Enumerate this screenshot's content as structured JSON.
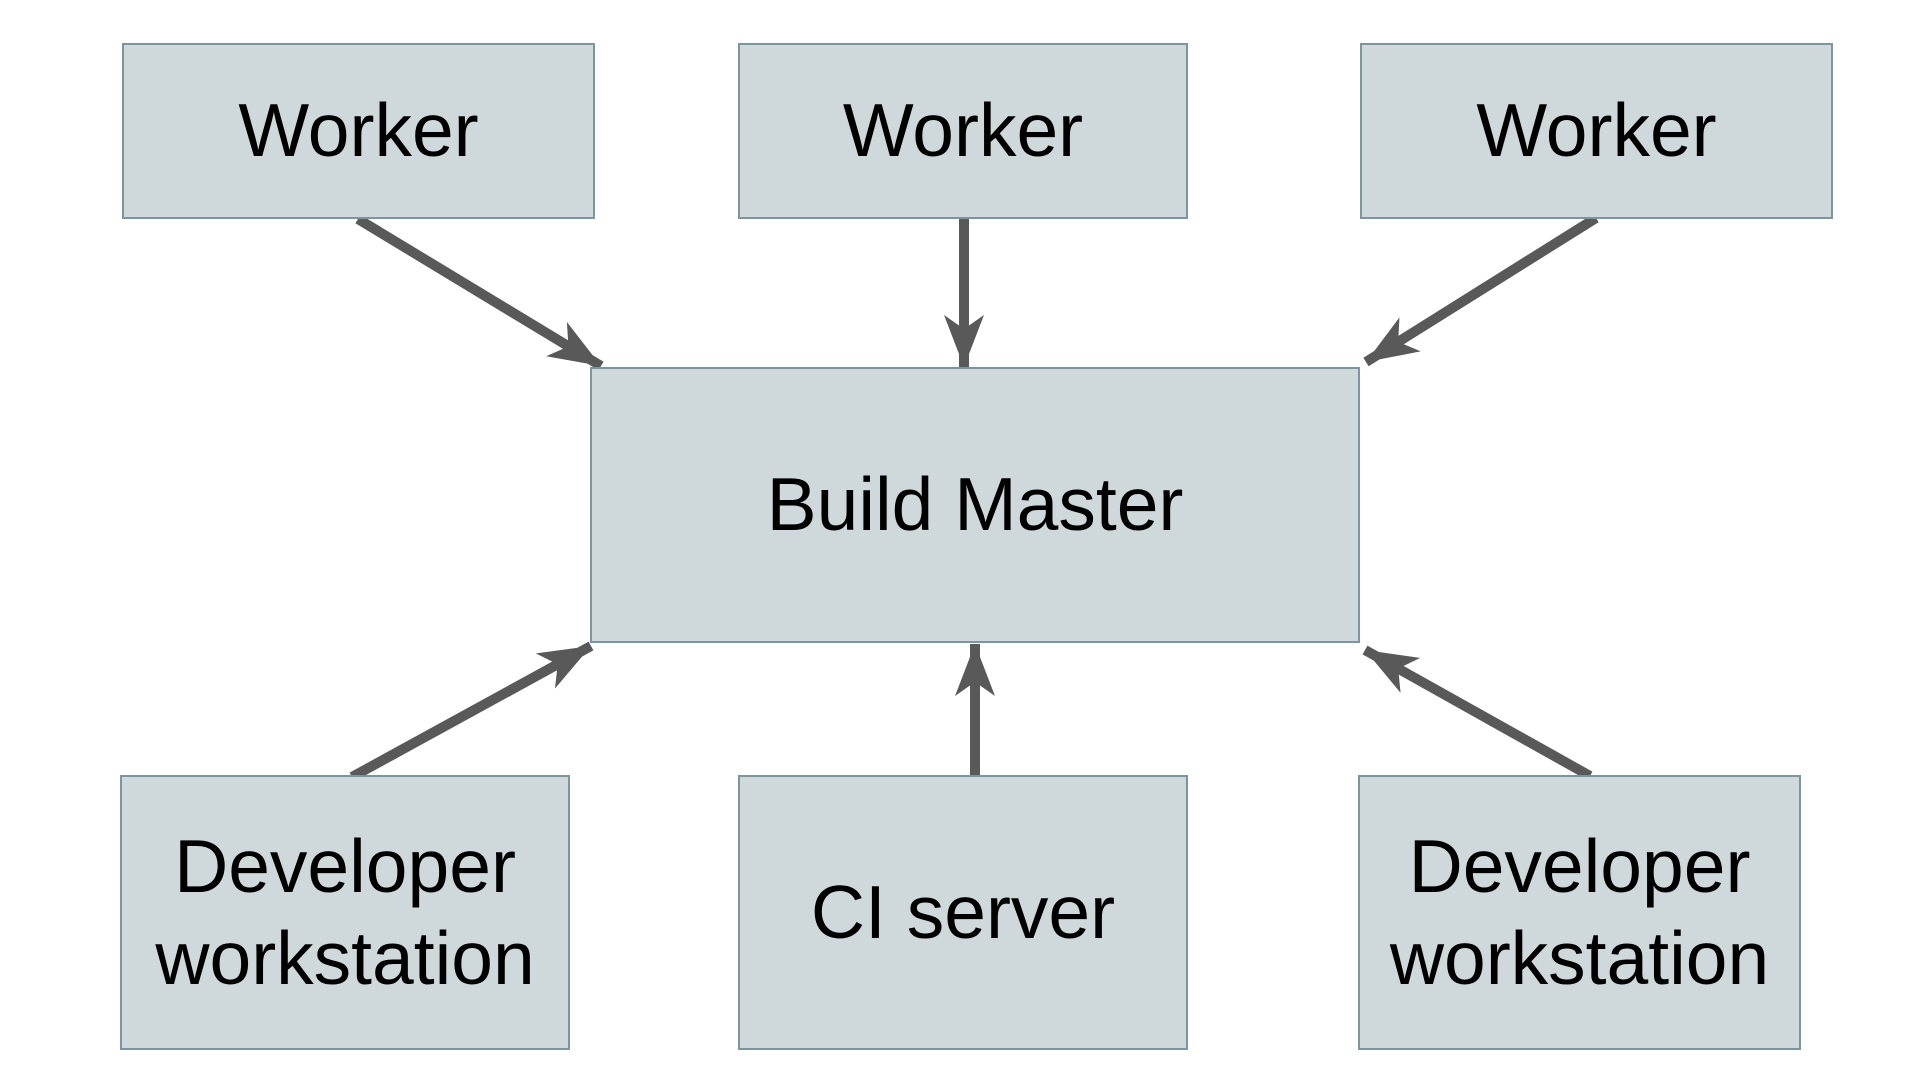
{
  "diagram": {
    "colors": {
      "background": "#ffffff",
      "node_fill": "#cfd8da",
      "node_border": "#7e959f",
      "arrow": "#595959",
      "text": "#000000"
    },
    "nodes": {
      "worker_top_left": {
        "label": "Worker"
      },
      "worker_top_center": {
        "label": "Worker"
      },
      "worker_top_right": {
        "label": "Worker"
      },
      "build_master": {
        "label": "Build Master"
      },
      "dev_workstation_left": {
        "label": "Developer workstation"
      },
      "ci_server": {
        "label": "CI server"
      },
      "dev_workstation_right": {
        "label": "Developer workstation"
      }
    },
    "edges": [
      {
        "from": "worker_top_left",
        "to": "build_master",
        "direction": "down"
      },
      {
        "from": "worker_top_center",
        "to": "build_master",
        "direction": "down"
      },
      {
        "from": "worker_top_right",
        "to": "build_master",
        "direction": "down"
      },
      {
        "from": "dev_workstation_left",
        "to": "build_master",
        "direction": "up"
      },
      {
        "from": "ci_server",
        "to": "build_master",
        "direction": "up"
      },
      {
        "from": "dev_workstation_right",
        "to": "build_master",
        "direction": "up"
      }
    ]
  }
}
